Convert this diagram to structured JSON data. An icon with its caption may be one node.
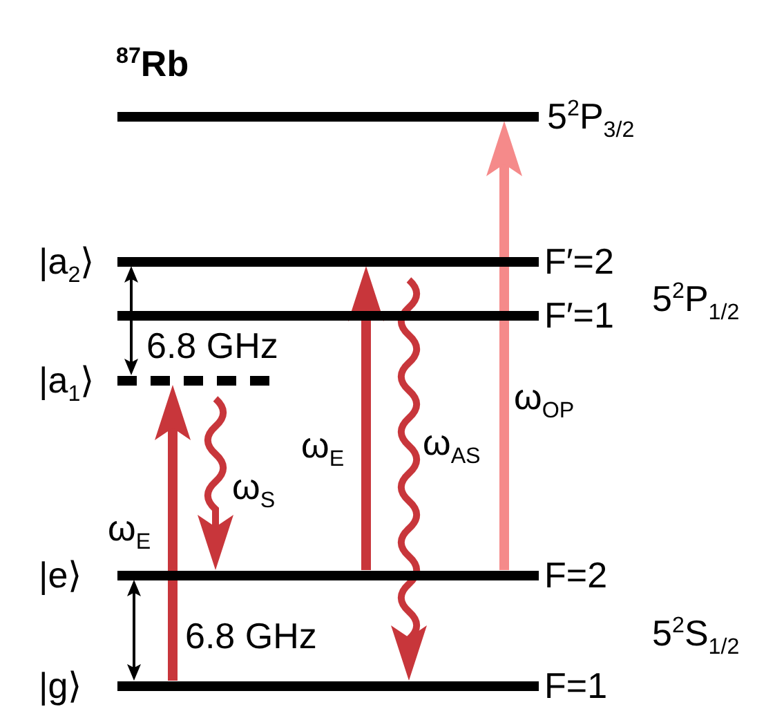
{
  "diagram": {
    "title": "$^{87}$Rb",
    "nodes": [
      {
        "text": [],
        "shape": "bar",
        "beside": [
          "5$^{2}$P$_{3/2}$"
        ]
      },
      {
        "text": [],
        "shape": "bar",
        "beside": [
          "|a$_{2}$⟩",
          "F′=2"
        ]
      },
      {
        "text": [],
        "shape": "bar",
        "beside": [
          "F′=1"
        ]
      },
      {
        "text": [],
        "shape": "bar",
        "beside": [
          "|a$_{1}$⟩"
        ]
      },
      {
        "text": [],
        "shape": "bar",
        "beside": [
          "|e⟩",
          "F=2"
        ]
      },
      {
        "text": [],
        "shape": "bar",
        "beside": [
          "|g⟩",
          "F=1"
        ]
      }
    ],
    "edges": [
      {
        "from": 5,
        "to": 3,
        "arrow": "to",
        "label": "ω$_{E}$"
      },
      {
        "from": 3,
        "to": 4,
        "arrow": "to",
        "label": "ω$_{S}$"
      },
      {
        "from": 4,
        "to": 1,
        "arrow": "to",
        "label": "ω$_{E}$"
      },
      {
        "from": 1,
        "to": 5,
        "arrow": "to",
        "label": "ω$_{AS}$"
      },
      {
        "from": 4,
        "to": 0,
        "arrow": "to",
        "label": "ω$_{OP}$",
        "color": "#f58a8a"
      },
      {
        "from": 1,
        "to": 3,
        "arrow": "both",
        "label": "6.8 GHz",
        "color": "#000000"
      },
      {
        "from": 4,
        "to": 5,
        "arrow": "both",
        "label": "6.8 GHz",
        "color": "#000000"
      }
    ],
    "labels": [
      "5$^{2}$P$_{1/2}$",
      "5$^{2}$S$_{1/2}$"
    ]
  }
}
